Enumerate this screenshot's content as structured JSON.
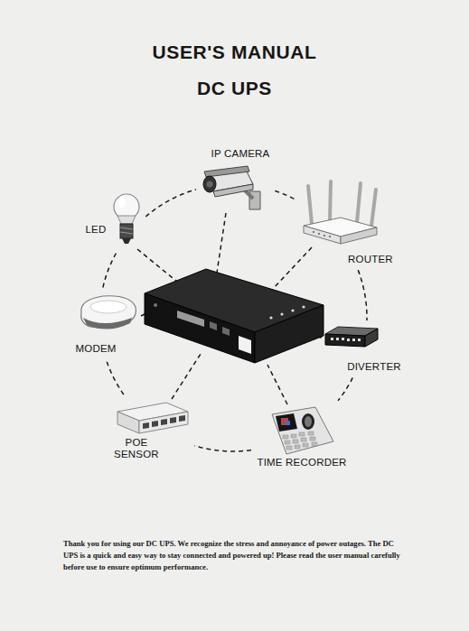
{
  "diagram": {
    "title": "USER'S MANUAL",
    "caption": "Thank you for using our DC UPS. We recognize the stress and annoyance of power outages. The DC UPS is a quick and easy way to stay connected and powered up! Please read the user manual carefully before use to ensure optimum performance.",
    "nodes": [
      {
        "text": [
          "IP CAMERA"
        ]
      },
      {
        "text": [
          "LED"
        ]
      },
      {
        "text": [
          "ROUTER"
        ]
      },
      {
        "text": [
          "MODEM"
        ]
      },
      {
        "text": [
          "DIVERTER"
        ]
      },
      {
        "text": [
          "POE SENSOR"
        ]
      },
      {
        "text": [
          "TIME RECORDER"
        ]
      }
    ],
    "edges": [
      {
        "from": 0,
        "to": 2,
        "arrow": "none"
      },
      {
        "from": 2,
        "to": 4,
        "arrow": "none"
      },
      {
        "from": 4,
        "to": 6,
        "arrow": "none"
      },
      {
        "from": 6,
        "to": 5,
        "arrow": "none"
      },
      {
        "from": 5,
        "to": 3,
        "arrow": "none"
      },
      {
        "from": 3,
        "to": 1,
        "arrow": "none"
      },
      {
        "from": 1,
        "to": 0,
        "arrow": "none"
      }
    ],
    "labels": [
      "DC UPS"
    ]
  }
}
